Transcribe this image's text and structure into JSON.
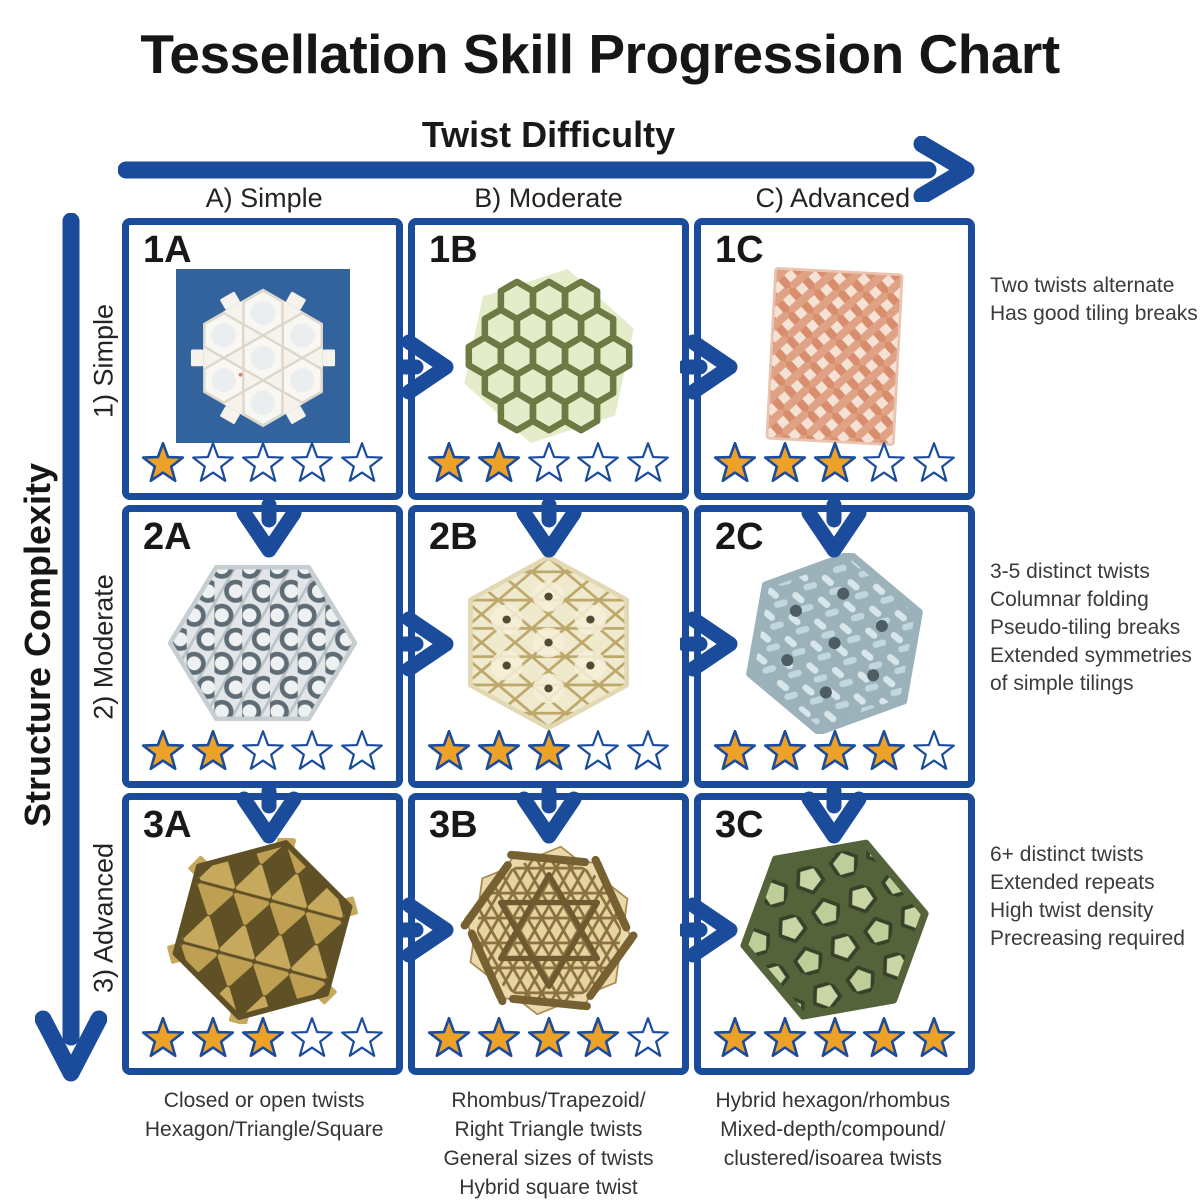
{
  "title": "Tessellation Skill Progression Chart",
  "x_axis": {
    "title": "Twist Difficulty",
    "columns": [
      {
        "id": "A",
        "label": "A) Simple"
      },
      {
        "id": "B",
        "label": "B) Moderate"
      },
      {
        "id": "C",
        "label": "C) Advanced"
      }
    ]
  },
  "y_axis": {
    "title": "Structure Complexity",
    "rows": [
      {
        "id": "1",
        "label": "1) Simple"
      },
      {
        "id": "2",
        "label": "2) Moderate"
      },
      {
        "id": "3",
        "label": "3) Advanced"
      }
    ]
  },
  "rating": {
    "max_stars": 5
  },
  "cells": [
    {
      "id": "1A",
      "stars": 1,
      "image": "white-hexagon-twist-tessellation-photo-on-blue"
    },
    {
      "id": "1B",
      "stars": 2,
      "image": "green-honeycomb-hexagon-twist-tessellation"
    },
    {
      "id": "1C",
      "stars": 3,
      "image": "copper-square-weave-twist-tessellation"
    },
    {
      "id": "2A",
      "stars": 2,
      "image": "gray-woven-ring-hexagon-tessellation"
    },
    {
      "id": "2B",
      "stars": 3,
      "image": "tan-triangle-weave-hexagon-tessellation"
    },
    {
      "id": "2C",
      "stars": 4,
      "image": "blue-gray-star-weave-hexagon-tessellation"
    },
    {
      "id": "3A",
      "stars": 3,
      "image": "gold-triangle-twist-hexagon-tessellation"
    },
    {
      "id": "3B",
      "stars": 4,
      "image": "gold-star-lattice-pinwheel-tessellation"
    },
    {
      "id": "3C",
      "stars": 5,
      "image": "green-pentagon-cluster-tessellation"
    }
  ],
  "row_notes": [
    {
      "row": "1",
      "lines": [
        "Two twists alternate",
        "Has good tiling breaks"
      ]
    },
    {
      "row": "2",
      "lines": [
        "3-5 distinct twists",
        "Columnar folding",
        "Pseudo-tiling breaks",
        "Extended symmetries",
        "of simple tilings"
      ]
    },
    {
      "row": "3",
      "lines": [
        "6+ distinct twists",
        "Extended repeats",
        "High twist density",
        "Precreasing required"
      ]
    }
  ],
  "column_notes": [
    {
      "column": "A",
      "lines": [
        "Closed or open twists",
        "Hexagon/Triangle/Square"
      ]
    },
    {
      "column": "B",
      "lines": [
        "Rhombus/Trapezoid/",
        "Right Triangle twists",
        "General sizes of twists",
        "Hybrid square twist"
      ]
    },
    {
      "column": "C",
      "lines": [
        "Hybrid hexagon/rhombus",
        "Mixed-depth/compound/",
        "clustered/isoarea twists"
      ]
    }
  ],
  "colors": {
    "accent_blue": "#1b4c9b",
    "star_fill": "#eda227",
    "star_empty": "#ffffff",
    "photo_blue": "#33639d"
  }
}
